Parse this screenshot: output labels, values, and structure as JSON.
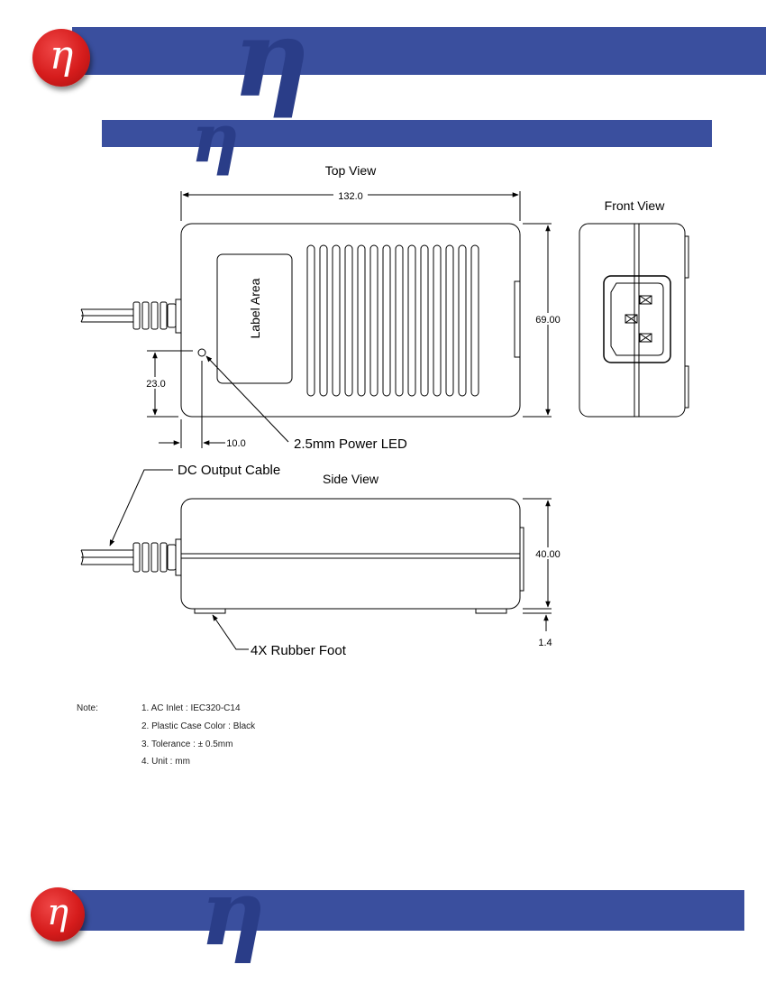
{
  "brand": {
    "logo_glyph": "η",
    "band_color": "#3a4f9e",
    "logo_color": "#d61c1c"
  },
  "views": {
    "top_view": "Top View",
    "front_view": "Front View",
    "side_view": "Side View"
  },
  "labels": {
    "label_area": "Label Area",
    "power_led": "2.5mm Power LED",
    "dc_cable": "DC Output Cable",
    "rubber_foot": "4X Rubber Foot"
  },
  "dimensions": {
    "length": "132.0",
    "width": "69.00",
    "led_from_bottom": "23.0",
    "led_from_side": "10.0",
    "height": "40.00",
    "foot_height": "1.4"
  },
  "notes": {
    "label": "Note:",
    "items": [
      "1. AC Inlet : IEC320-C14",
      "2. Plastic Case Color : Black",
      "3. Tolerance : ± 0.5mm",
      "4. Unit : mm"
    ]
  }
}
